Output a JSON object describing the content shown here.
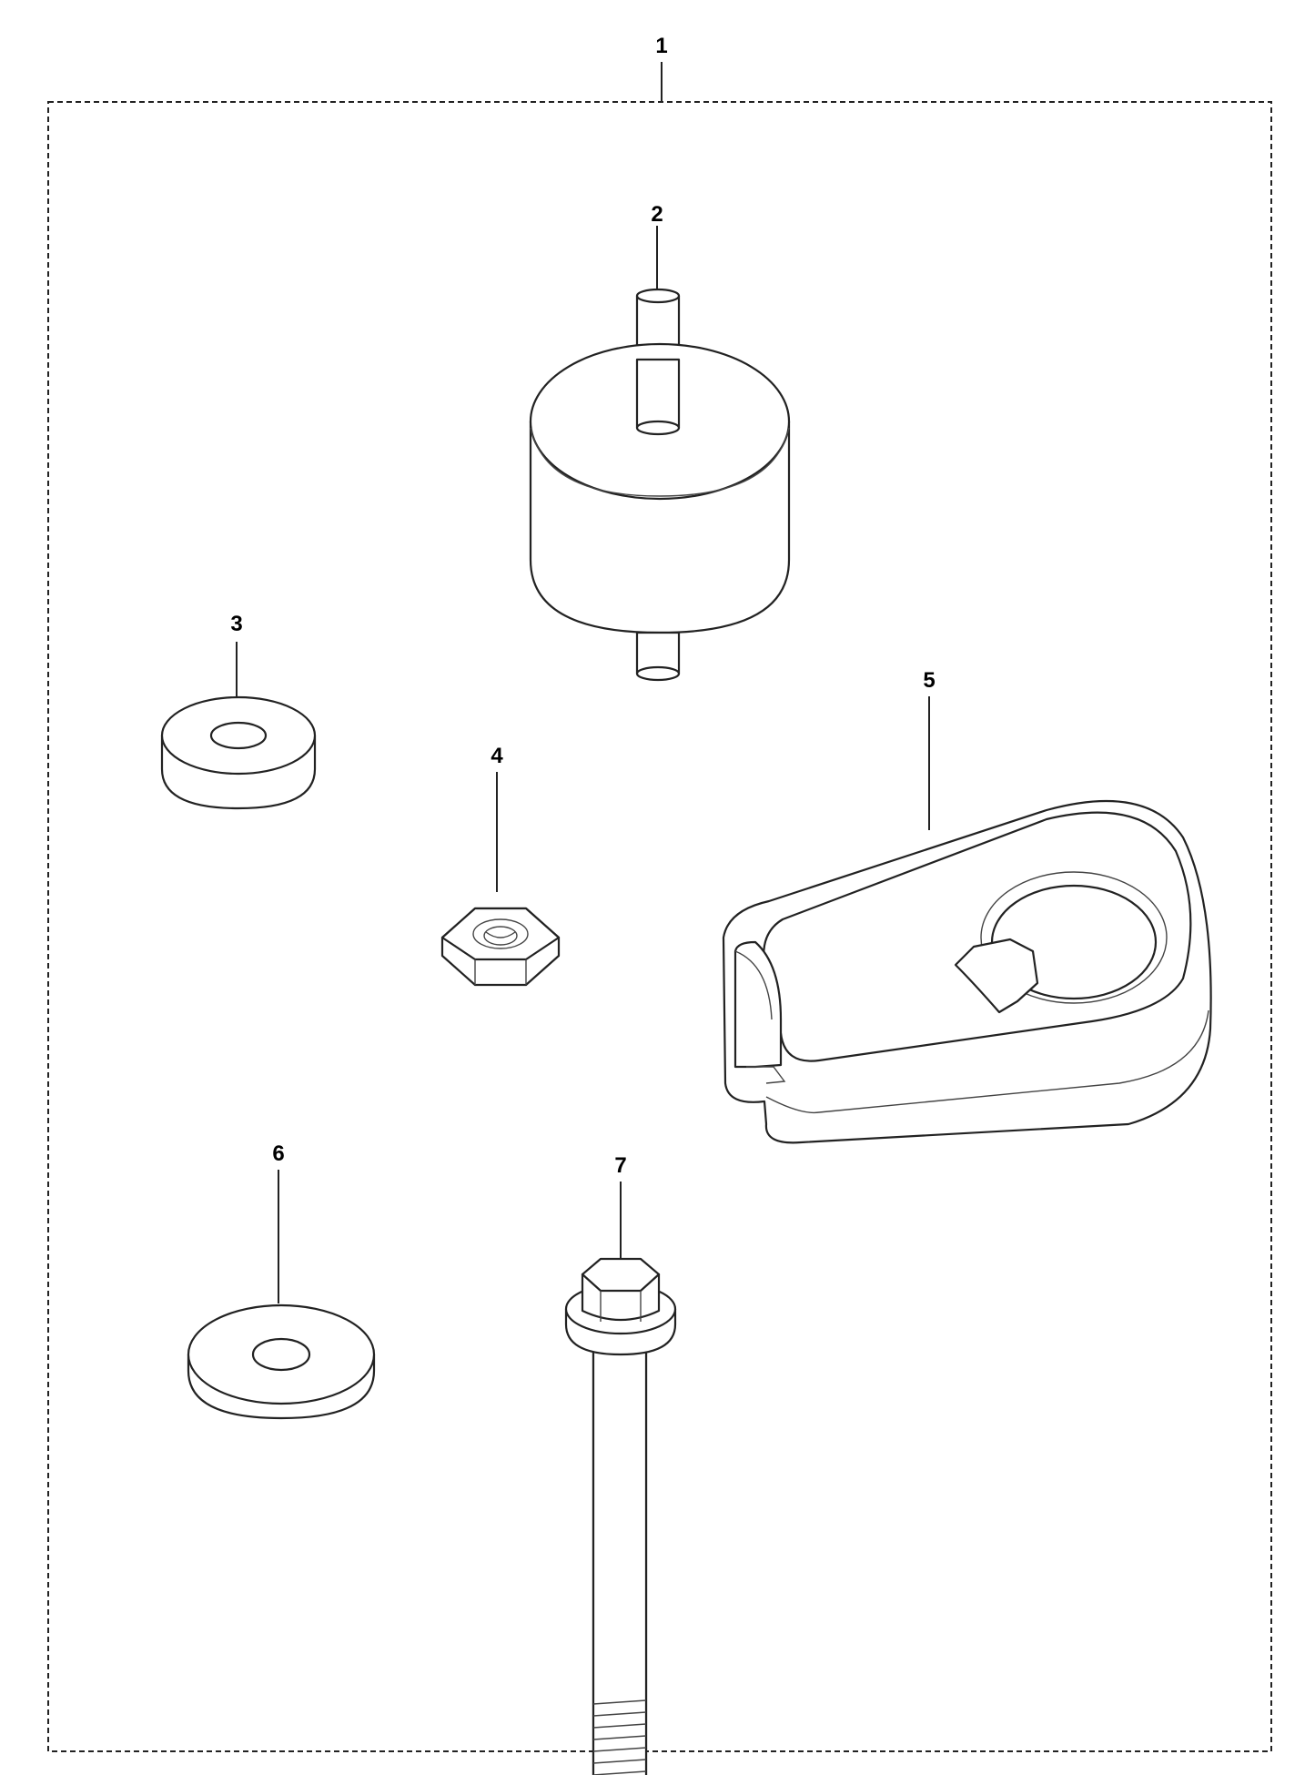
{
  "callouts": {
    "kit": "1",
    "vibration_damper": "2",
    "spacer": "3",
    "nut": "4",
    "cover": "5",
    "washer": "6",
    "bolt": "7"
  },
  "colors": {
    "line": "#222222",
    "background": "#ffffff"
  }
}
